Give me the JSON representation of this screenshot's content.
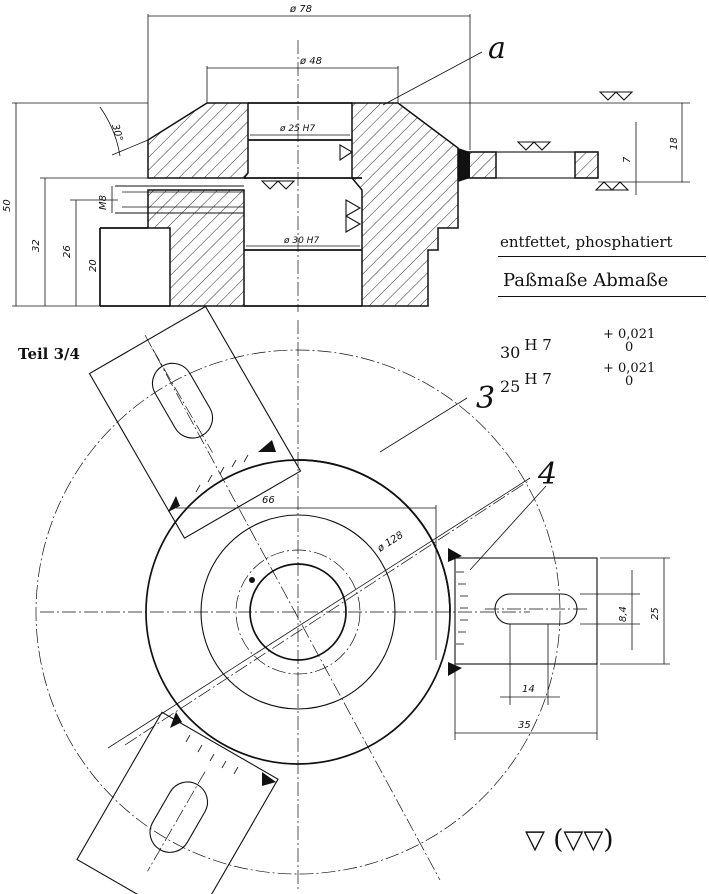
{
  "notes": {
    "treatment": "entfettet, phosphatiert",
    "fits_header": "Paßmaße Abmaße",
    "part_label": "Teil 3/4",
    "surface_symbol": "▽ (▽▽)"
  },
  "fits": [
    {
      "nominal": "30",
      "grade": "H 7",
      "upper": "+ 0,021",
      "lower": "0"
    },
    {
      "nominal": "25",
      "grade": "H 7",
      "upper": "+ 0,021",
      "lower": "0"
    }
  ],
  "dimensions": {
    "d78": "ø 78",
    "d48": "ø 48",
    "d25": "ø 25 H7",
    "d30": "ø 30 H7",
    "angle": "30°",
    "h50": "50",
    "h32": "32",
    "h26": "26",
    "h20": "20",
    "m8": "M8",
    "t18": "18",
    "t7": "7",
    "d128": "ø 128",
    "w66": "66",
    "w25": "25",
    "w84": "8,4",
    "w14": "14",
    "w35": "35"
  },
  "callouts": {
    "a": "a",
    "three": "3",
    "four": "4"
  }
}
